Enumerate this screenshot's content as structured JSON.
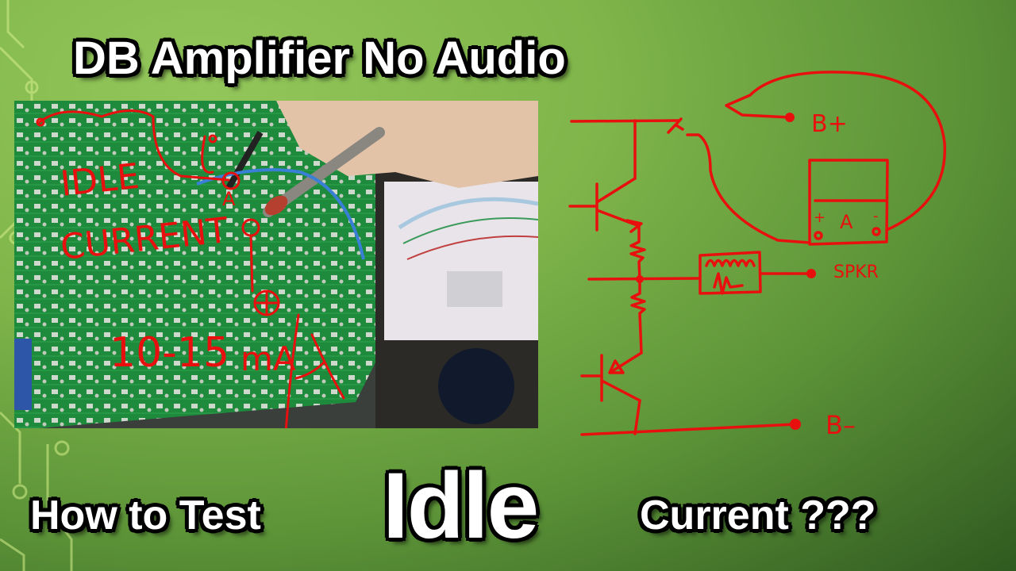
{
  "title": "DB Amplifier No Audio",
  "bottom": {
    "left": "How to Test",
    "center": "Idle",
    "right": "Current ???"
  },
  "photo_annotations": {
    "line1": "IDLE",
    "line2": "CURRENT",
    "range": "10-15",
    "unit": "mA",
    "meter_mark": "A"
  },
  "schematic_labels": {
    "positive": "B+",
    "negative": "B–",
    "speaker": "SPKR",
    "ammeter": "A",
    "plus": "+",
    "minus": "-"
  },
  "colors": {
    "background": "#7fb54a",
    "ink": "#e8100e",
    "pcb": "#1f8a3a",
    "text": "#ffffff",
    "outline": "#000000"
  }
}
